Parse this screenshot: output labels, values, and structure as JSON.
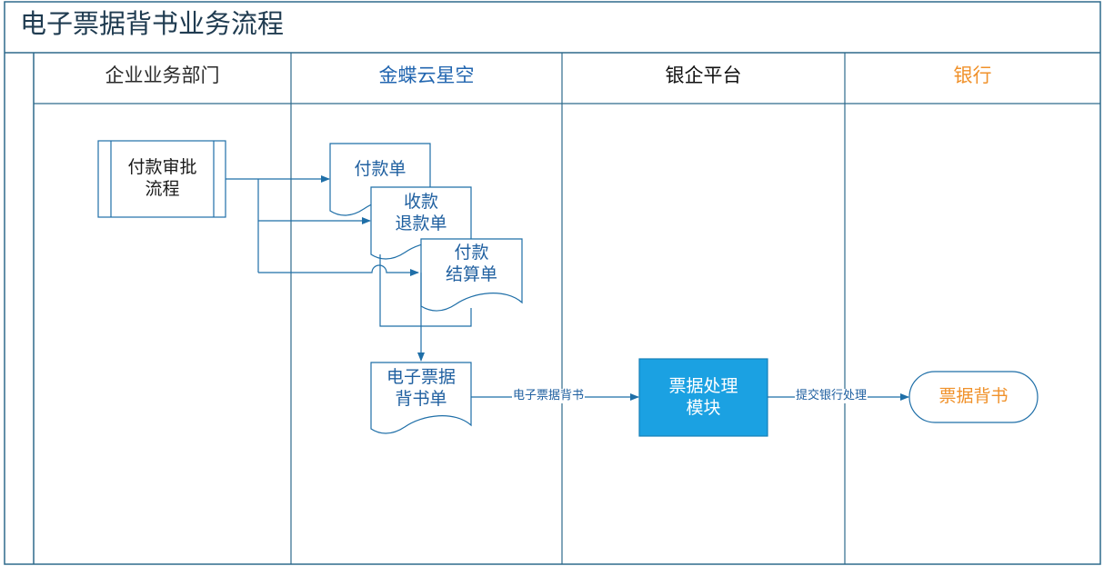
{
  "title": "电子票据背书业务流程",
  "lanes": [
    {
      "label": "企业业务部门",
      "color": "#2a2a2a"
    },
    {
      "label": "金蝶云星空",
      "color": "#2266b0"
    },
    {
      "label": "银企平台",
      "color": "#111111"
    },
    {
      "label": "银行",
      "color": "#f0912a"
    }
  ],
  "nodes": {
    "approval": {
      "line1": "付款审批",
      "line2": "流程",
      "shape": "predefined-process"
    },
    "payment_doc": {
      "line1": "付款单",
      "shape": "document"
    },
    "refund_doc": {
      "line1": "收款",
      "line2": "退款单",
      "shape": "document"
    },
    "settlement_doc": {
      "line1": "付款",
      "line2": "结算单",
      "shape": "document"
    },
    "endorse_doc": {
      "line1": "电子票据",
      "line2": "背书单",
      "shape": "document"
    },
    "module": {
      "line1": "票据处理",
      "line2": "模块",
      "shape": "process",
      "fill": "#1ba1e2"
    },
    "result": {
      "label": "票据背书",
      "shape": "terminator",
      "color": "#f0912a"
    }
  },
  "edges": {
    "endorse_to_module": "电子票据背书",
    "module_to_result": "提交银行处理"
  },
  "colors": {
    "line": "#1f6fa8",
    "frame": "#2e6a8c",
    "accent": "#1ba1e2",
    "orange": "#f0912a"
  }
}
